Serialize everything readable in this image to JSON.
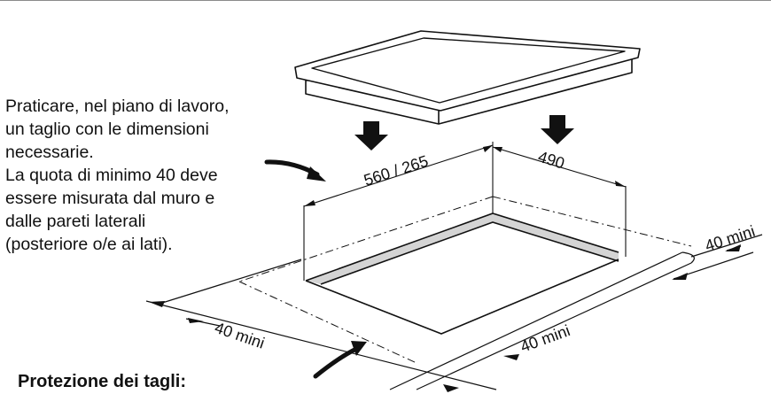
{
  "instructions": {
    "lines": [
      "Praticare, nel piano di lavoro,",
      "un taglio con le dimensioni",
      "necessarie.",
      "La quota di minimo 40 deve",
      "essere misurata dal muro e",
      "dalle pareti laterali",
      "(posteriore o/e ai lati)."
    ]
  },
  "dimensions": {
    "width_label": "560 / 265",
    "depth_label": "490",
    "clearance_right": "40 mini",
    "clearance_left": "40 mini",
    "clearance_front": "40 mini"
  },
  "heading": "Protezione dei tagli:"
}
